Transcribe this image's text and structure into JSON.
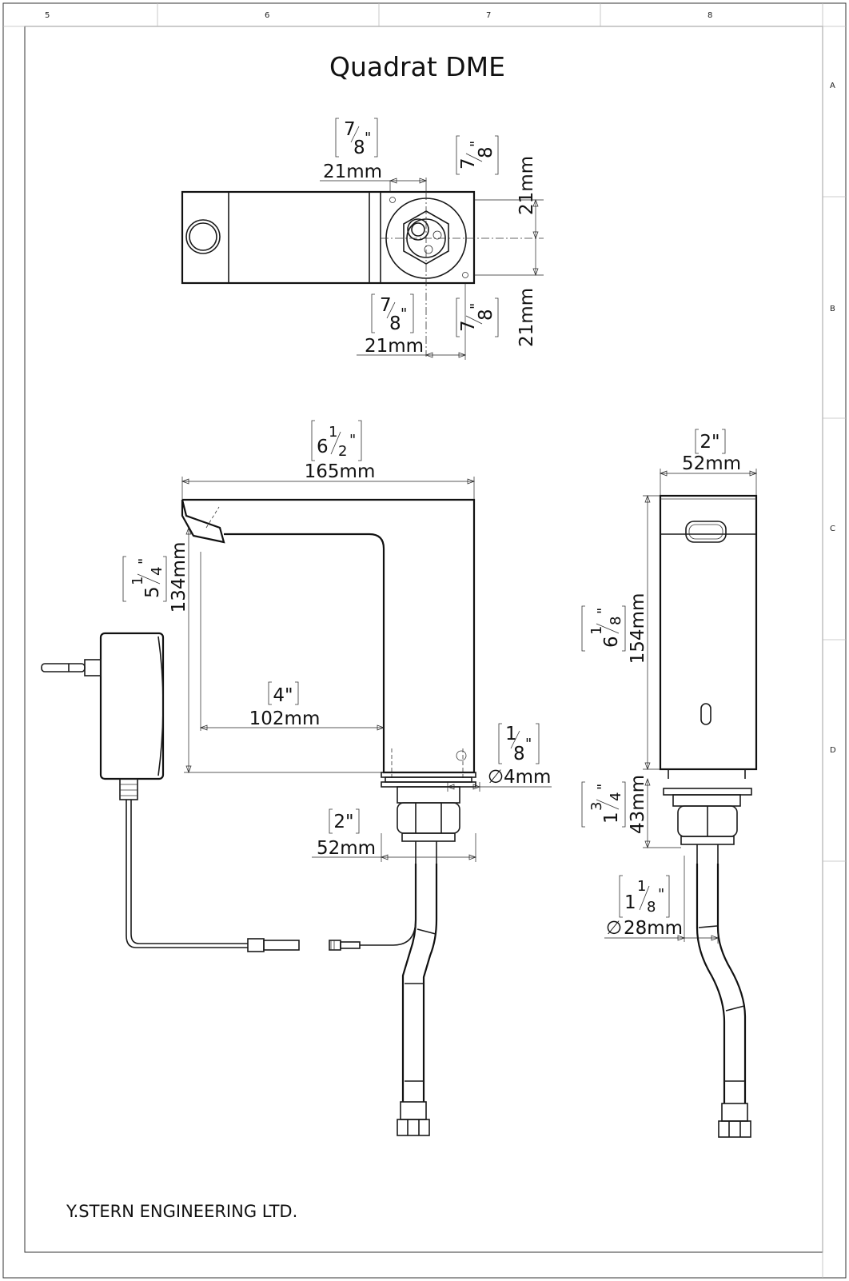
{
  "title": "Quadrat DME",
  "company": "Y.STERN ENGINEERING LTD.",
  "zones": {
    "columns": [
      "5",
      "6",
      "7",
      "8"
    ],
    "rows": [
      "A",
      "B",
      "C",
      "D"
    ]
  },
  "top_view": {
    "dim_top_mm": "21mm",
    "dim_right_top_mm": "21mm",
    "dim_bottom_mm": "21mm",
    "dim_right_bottom_mm": "21mm",
    "frac_num": "7",
    "frac_den": "8",
    "inch_mark": "\""
  },
  "front_view": {
    "width_mm": "165mm",
    "width_in_whole": "6",
    "width_in_num": "1",
    "width_in_den": "2",
    "height_mm": "134mm",
    "height_in_whole": "5",
    "height_in_num": "1",
    "height_in_den": "4",
    "reach_mm": "102mm",
    "reach_in": "4\"",
    "pin_dia_mm": "4mm",
    "pin_in_num": "1",
    "pin_in_den": "8",
    "base_mm": "52mm",
    "base_in": "2\"",
    "dia_symbol": "∅"
  },
  "side_view": {
    "width_mm": "52mm",
    "width_in": "2\"",
    "height_mm": "154mm",
    "height_in_whole": "6",
    "height_in_num": "1",
    "height_in_den": "8",
    "shank_mm": "43mm",
    "shank_in_whole": "1",
    "shank_in_num": "3",
    "shank_in_den": "4",
    "thread_mm": "28mm",
    "thread_in_whole": "1",
    "thread_in_num": "1",
    "thread_in_den": "8"
  }
}
